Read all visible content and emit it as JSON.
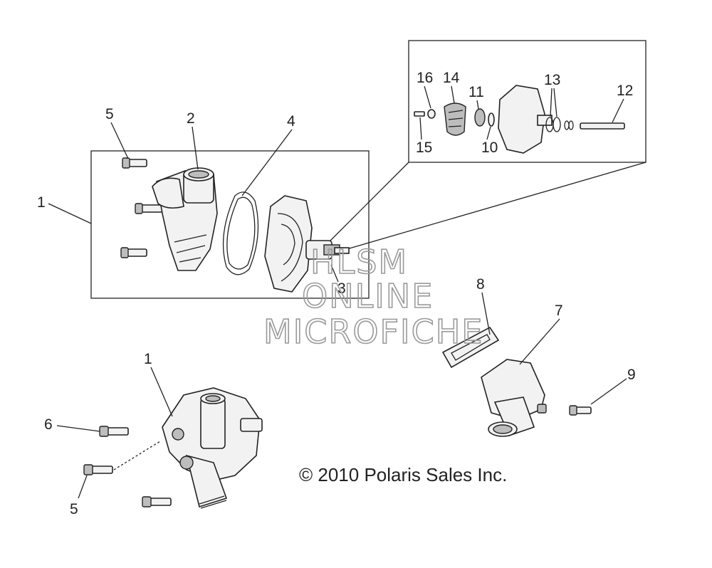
{
  "callouts": {
    "c1a": "1",
    "c2": "2",
    "c3": "3",
    "c4": "4",
    "c5a": "5",
    "c16": "16",
    "c14": "14",
    "c11": "11",
    "c13": "13",
    "c12": "12",
    "c15": "15",
    "c10": "10",
    "c8": "8",
    "c7": "7",
    "c9": "9",
    "c1b": "1",
    "c6": "6",
    "c5b": "5"
  },
  "watermark": {
    "line1": "HLSM",
    "line2": "ONLINE",
    "line3": "MICROFICHE"
  },
  "copyright": "© 2010 Polaris Sales Inc."
}
